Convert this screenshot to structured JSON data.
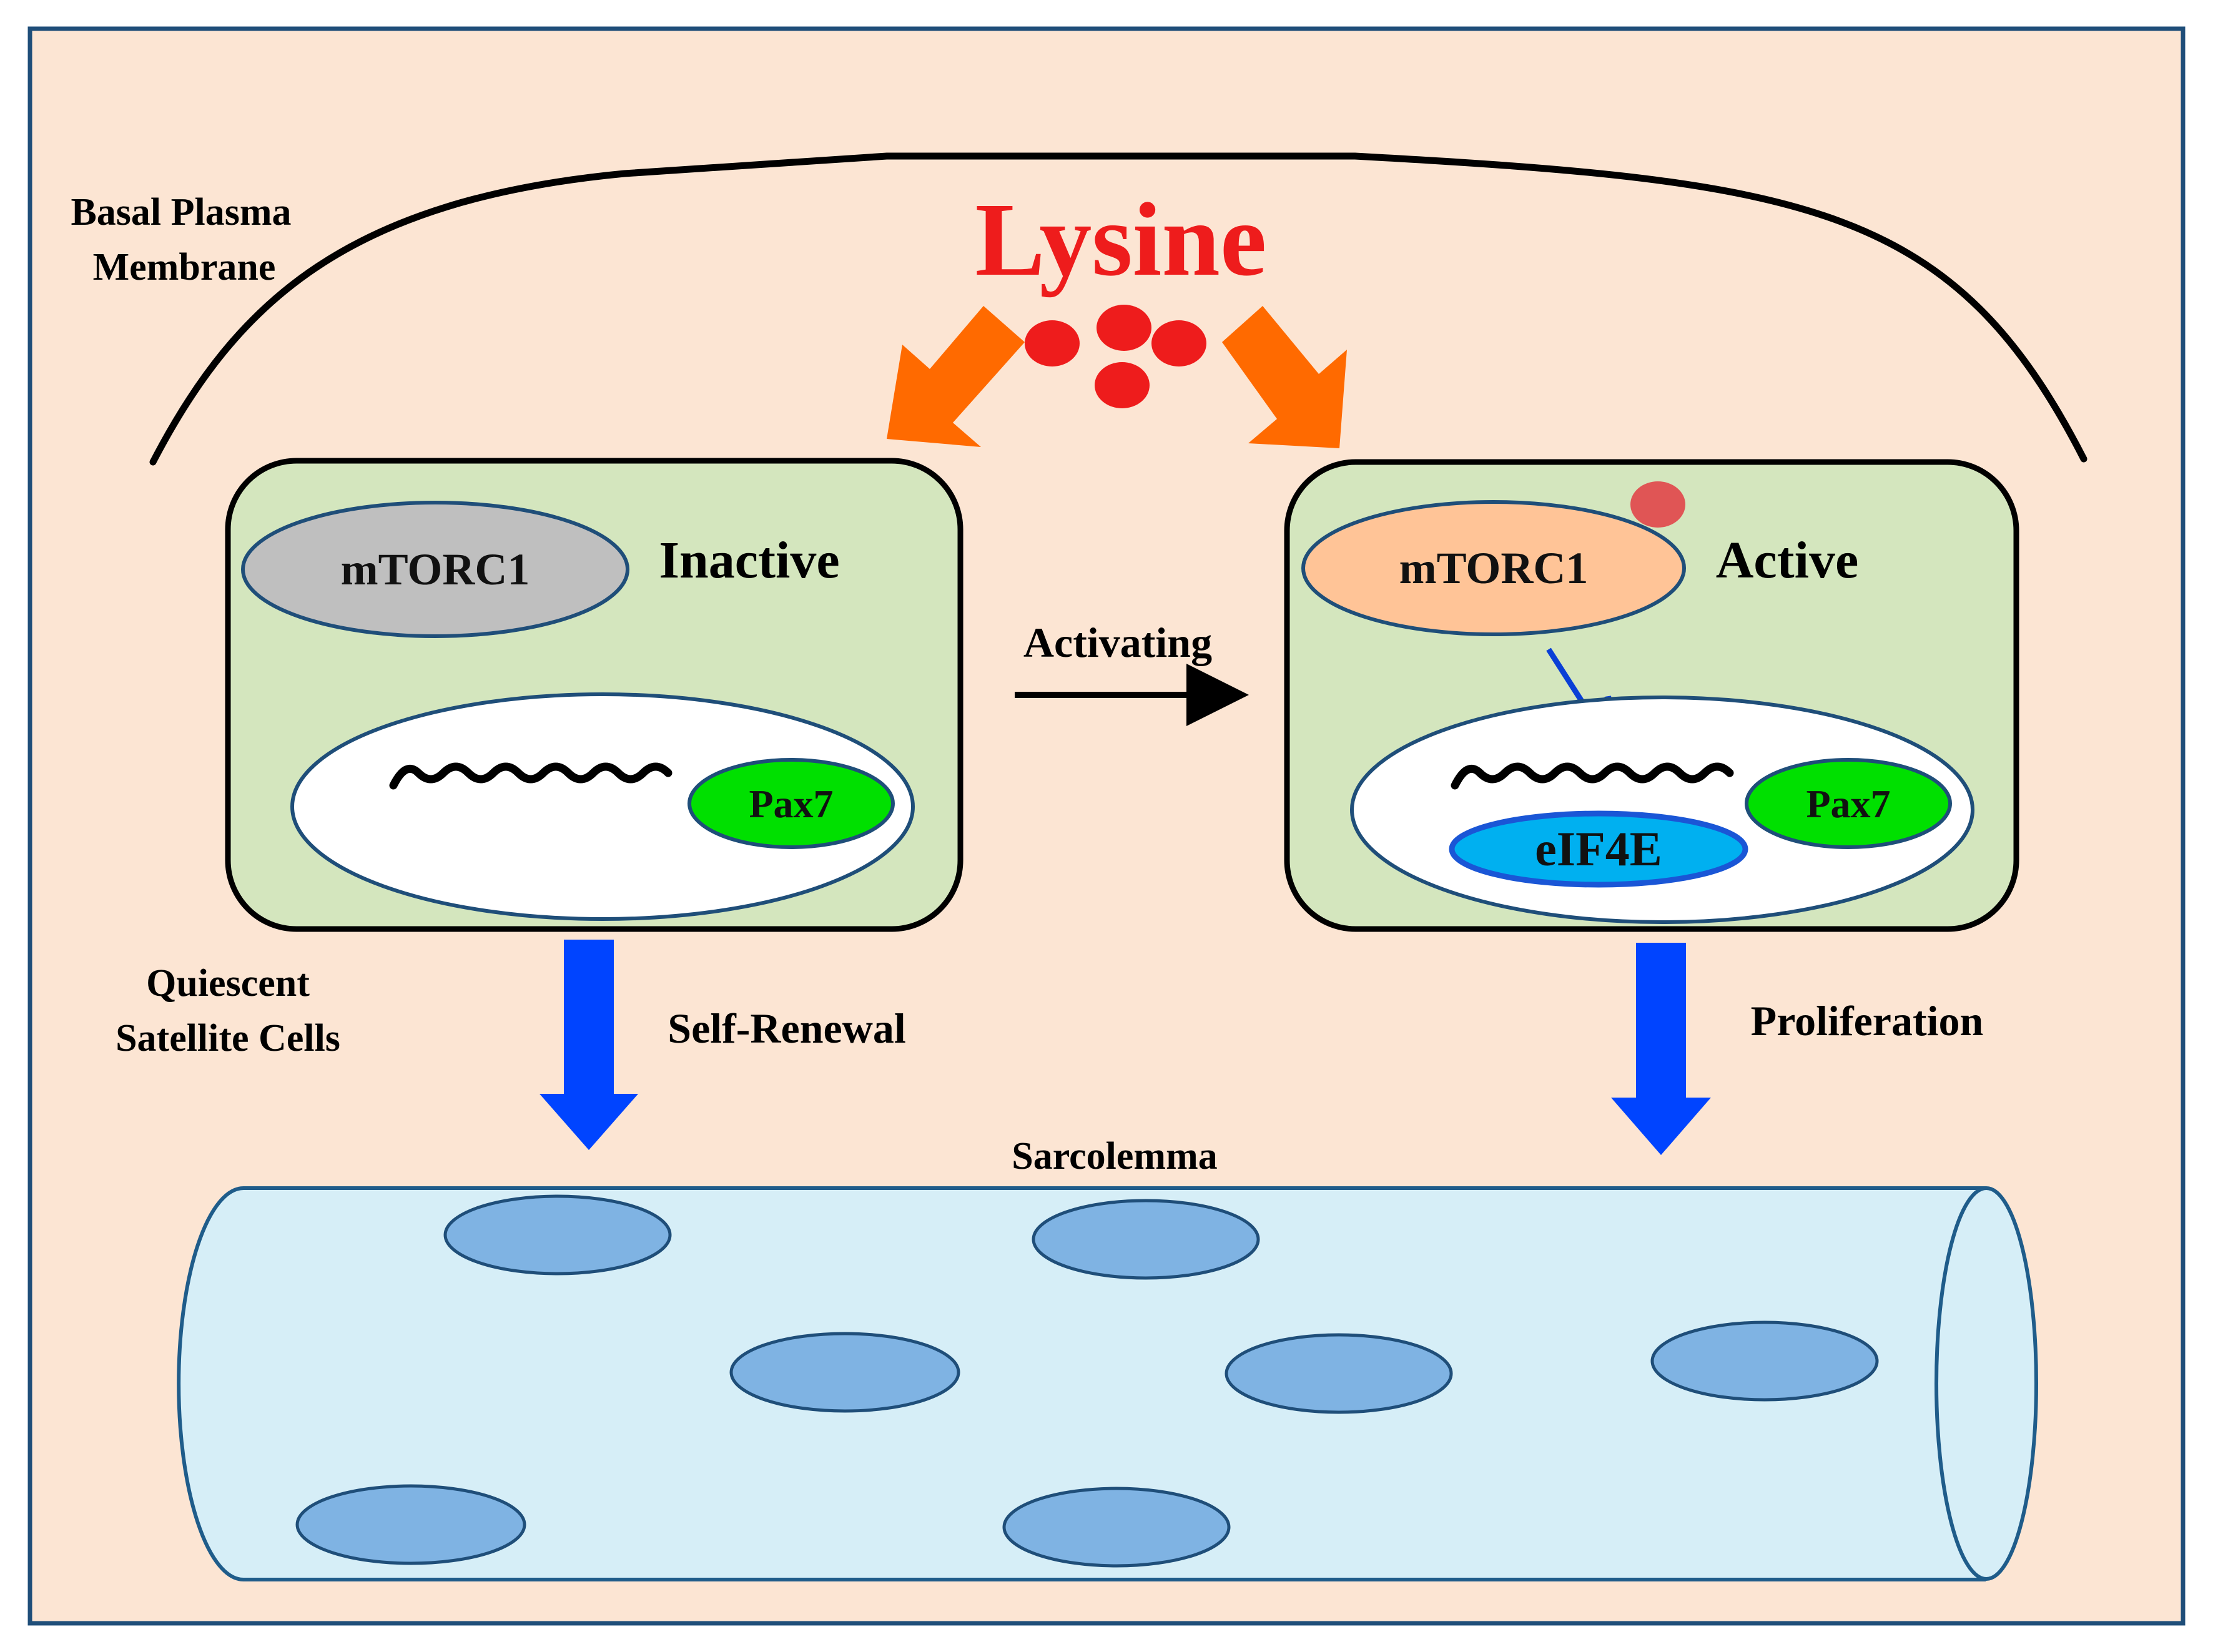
{
  "labels": {
    "basal_line1": "Basal Plasma",
    "basal_line2": "Membrane",
    "lysine": "Lysine",
    "mtorc1_left": "mTORC1",
    "inactive": "Inactive",
    "mtorc1_right": "mTORC1",
    "active": "Active",
    "activating": "Activating",
    "pax7_left": "Pax7",
    "pax7_right": "Pax7",
    "eif4e": "eIF4E",
    "quiescent_line1": "Quiescent",
    "quiescent_line2": "Satellite Cells",
    "self_renewal": "Self-Renewal",
    "proliferation": "Proliferation",
    "sarcolemma": "Sarcolemma"
  },
  "colors": {
    "background": "#fce5d3",
    "frame_border": "#1f4e79",
    "cell_fill": "#d4e6be",
    "lysine_red": "#ee1c1c",
    "orange_arrow": "#ff6a00",
    "mtorc1_inactive": "#bfbfbf",
    "mtorc1_active": "#ffc497",
    "pax7": "#00e000",
    "eif4e": "#00b0f0",
    "blue_arrow": "#0044ff",
    "fiber_fill": "#d6eef7",
    "fiber_stroke": "#1f5c8a",
    "nucleus_fill": "#7fb3e3",
    "bound_dot": "#e05555"
  }
}
